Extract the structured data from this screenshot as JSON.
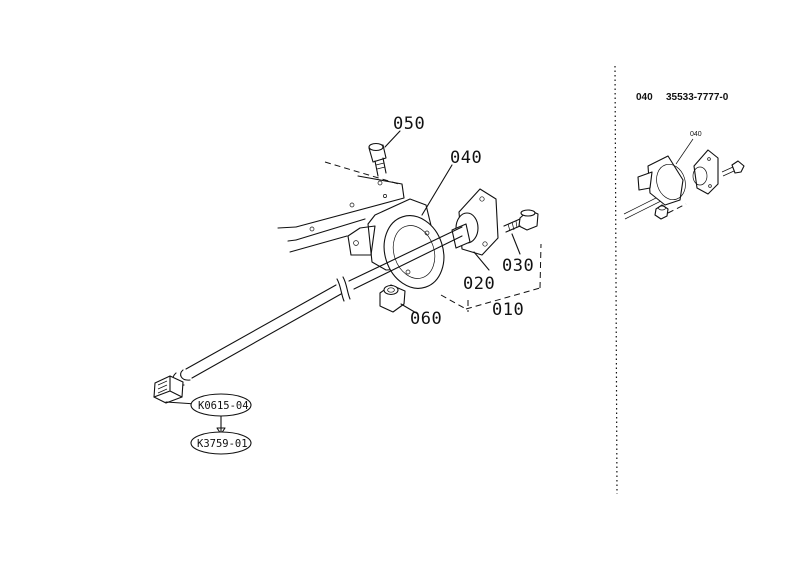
{
  "callouts": {
    "p050": "050",
    "p040": "040",
    "p020": "020",
    "p030": "030",
    "p060": "060",
    "p010": "010"
  },
  "connector_codes": {
    "upper": "K0615-04",
    "lower": "K3759-01"
  },
  "reference_panel": {
    "part_no": "040",
    "part_code": "35533-7777-0",
    "mini_callout": "040"
  }
}
